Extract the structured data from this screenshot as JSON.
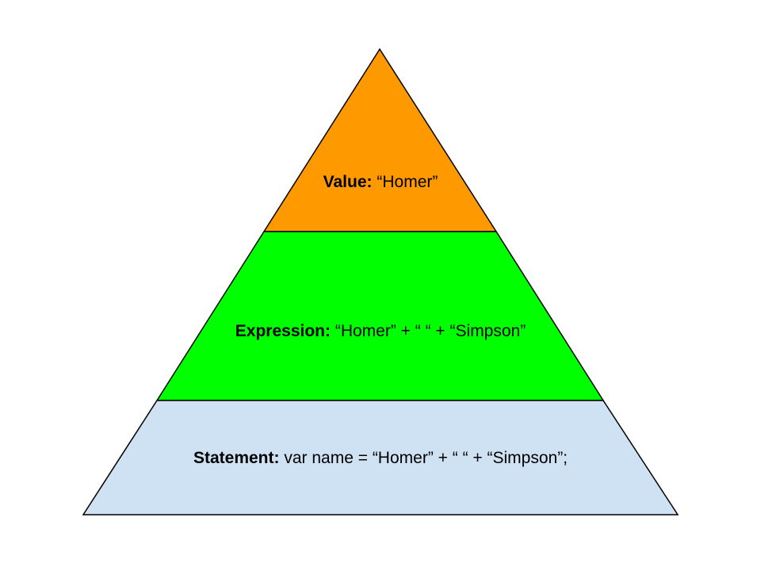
{
  "pyramid": {
    "tiers": [
      {
        "name": "Value:",
        "text": "“Homer”",
        "fill": "#ff9900"
      },
      {
        "name": "Expression:",
        "text": "“Homer” + “ “ + “Simpson”",
        "fill": "#00ff00"
      },
      {
        "name": "Statement:",
        "text": "var name = “Homer” + “ “ + “Simpson”;",
        "fill": "#cfe2f3"
      }
    ],
    "outline_color": "#000000"
  }
}
